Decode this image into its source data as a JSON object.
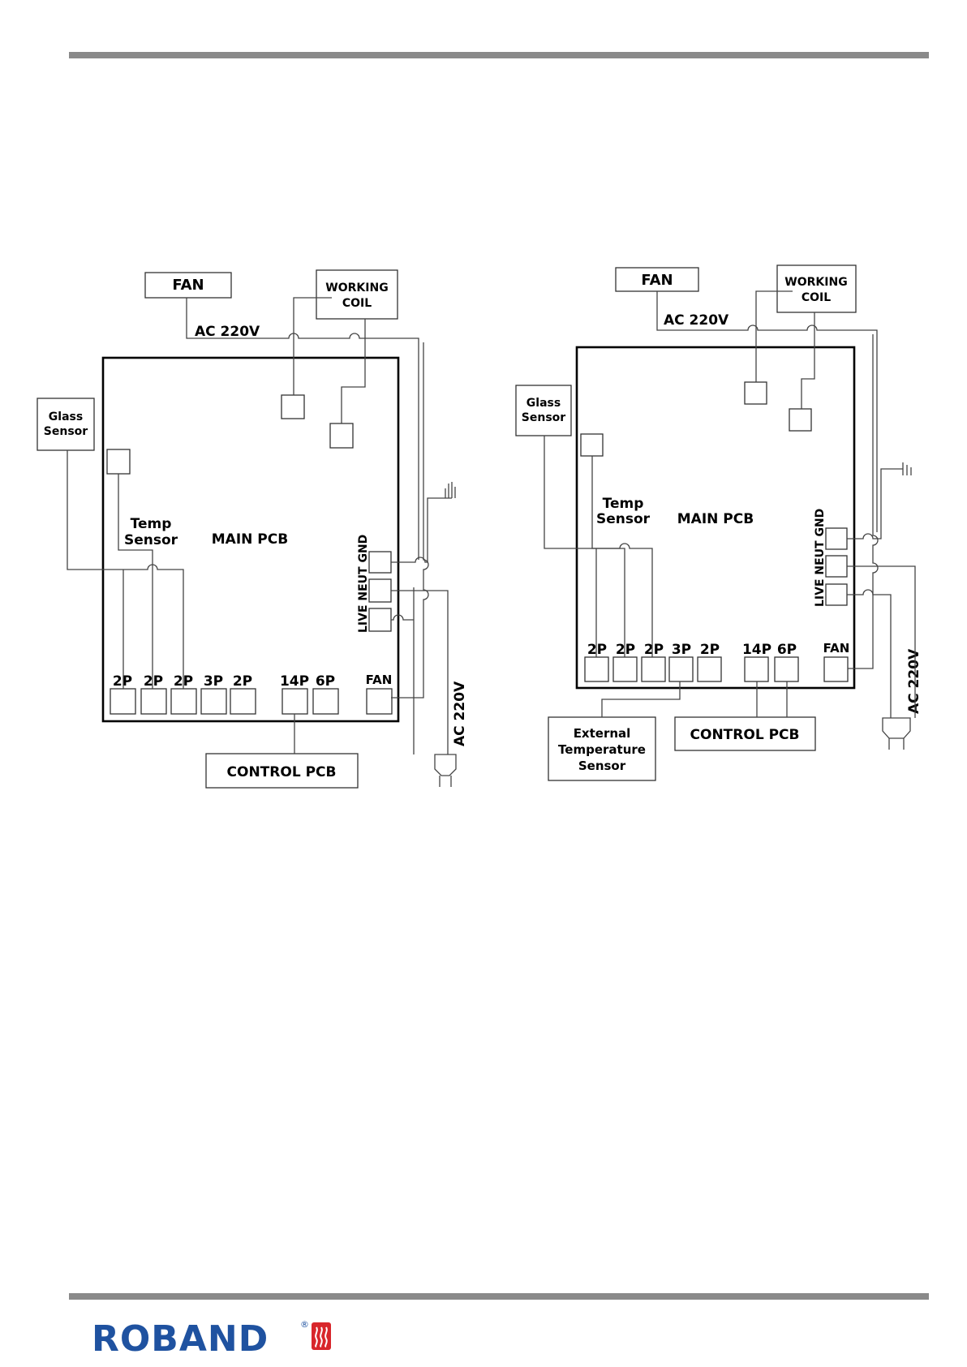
{
  "colors": {
    "rule": "#8a8a8a",
    "brand_blue": "#1f52a0",
    "brand_red": "#d8262b"
  },
  "left": {
    "fan": "FAN",
    "working_coil": [
      "WORKING",
      "COIL"
    ],
    "ac_top": "AC 220V",
    "glass_sensor": [
      "Glass",
      "Sensor"
    ],
    "temp_sensor": [
      "Temp",
      "Sensor"
    ],
    "main_pcb": "MAIN PCB",
    "power_terms": "LIVE NEUT GND",
    "connectors": [
      "2P",
      "2P",
      "2P",
      "3P",
      "2P",
      "14P",
      "6P",
      "FAN"
    ],
    "control_pcb": "CONTROL PCB",
    "ac_plug": "AC 220V"
  },
  "right": {
    "fan": "FAN",
    "working_coil": [
      "WORKING",
      "COIL"
    ],
    "ac_top": "AC 220V",
    "glass_sensor": [
      "Glass",
      "Sensor"
    ],
    "temp_sensor": [
      "Temp",
      "Sensor"
    ],
    "main_pcb": "MAIN PCB",
    "power_terms": "LIVE NEUT GND",
    "connectors": [
      "2P",
      "2P",
      "2P",
      "3P",
      "2P",
      "14P",
      "6P",
      "FAN"
    ],
    "external_sensor": [
      "External",
      "Temperature",
      "Sensor"
    ],
    "control_pcb": "CONTROL PCB",
    "ac_plug": "AC 220V"
  },
  "footer": {
    "brand": "ROBAND",
    "registered": "®"
  }
}
